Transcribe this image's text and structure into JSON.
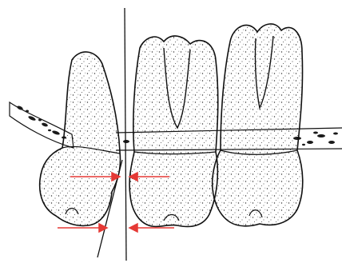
{
  "figure": {
    "alt": "",
    "colors": {
      "background": "#ffffff",
      "ink": "#111111",
      "stipple": "#333333",
      "arrow": "#e53935",
      "bone": "#1a1a1a"
    },
    "elements": {
      "teeth": [
        "tilted-premolar",
        "upright-molar-left",
        "upright-molar-right"
      ],
      "reference_line": "vertical-reference-line",
      "tilt_line": "tilted-axis-line",
      "arrows": [
        "upper-left-arrow",
        "upper-right-arrow",
        "lower-left-arrow",
        "lower-right-arrow"
      ]
    }
  }
}
